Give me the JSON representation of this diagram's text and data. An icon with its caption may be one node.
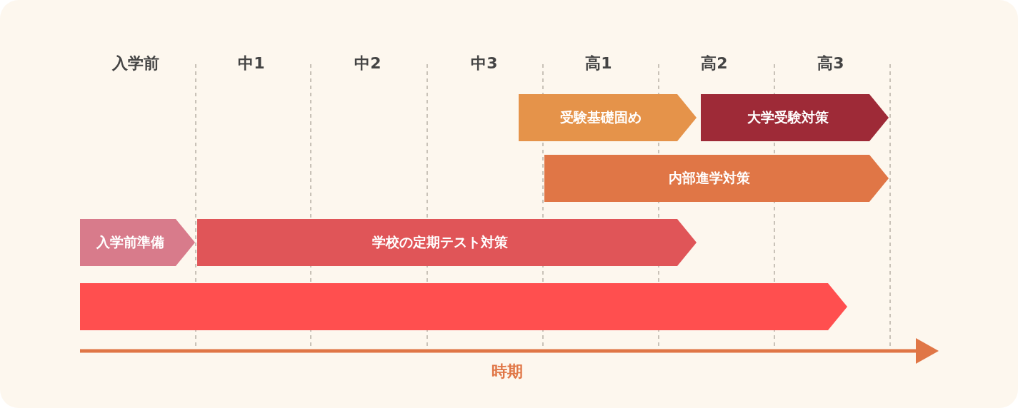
{
  "diagram": {
    "nodes": [
      {
        "text": [
          "受験基礎固め"
        ]
      },
      {
        "text": [
          "大学受験対策"
        ]
      },
      {
        "text": [
          "内部進学対策"
        ]
      },
      {
        "text": [
          "入学前準備"
        ]
      },
      {
        "text": [
          "学校の定期テスト対策"
        ]
      },
      {
        "text": [],
        "shape": "bar"
      }
    ],
    "edges": [],
    "labels": [
      "入学前",
      "中1",
      "中2",
      "中3",
      "高1",
      "高2",
      "高3",
      "時期"
    ]
  }
}
